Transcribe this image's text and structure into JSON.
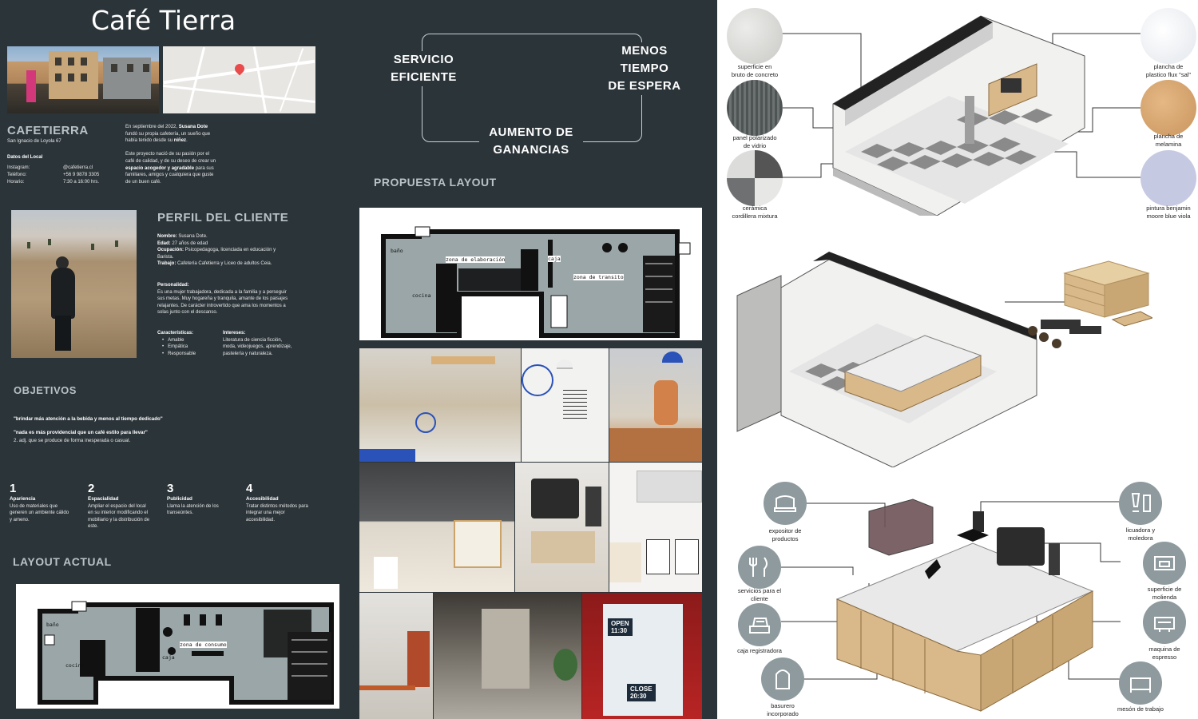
{
  "title": "Café Tierra",
  "header": {
    "brand": "CAFETIERRA",
    "address": "San Ignacio de Loyola 67",
    "datos_title": "Datos del Local",
    "instagram_label": "Instagram:",
    "instagram_value": "@cafetierra.cl",
    "telefono_label": "Teléfono:",
    "telefono_value": "+56 9 9878 3305",
    "horario_label": "Horario:",
    "horario_value": "7:30 a 16:00 hrs."
  },
  "intro": {
    "p1_a": "En septiembre del 2022, ",
    "p1_name": "Susana Dote",
    "p1_b": "fundó su propia cafetería, un sueño que",
    "p1_c": "había tenido desde su ",
    "p1_ninez": "niñez",
    "p2_a": "Este proyecto nació de su pasión por el",
    "p2_b": "café de calidad, y de su deseo de crear un",
    "p2_strong": "espacio acogedor y agradable",
    "p2_c": " para sus",
    "p2_d": "familiares, amigos y cualquiera que guste",
    "p2_e": "de un buen café."
  },
  "perfil": {
    "title": "PERFIL DEL CLIENTE",
    "nombre_label": "Nombre:",
    "nombre": " Susana Dote.",
    "edad_label": "Edad:",
    "edad": " 27 años de edad",
    "ocupacion_label": "Ocupación:",
    "ocupacion": " Psicopedagoga, licenciada en educación y",
    "ocupacion2": "Barista.",
    "trabajo_label": "Trabajo:",
    "trabajo": " Cafetería Cafetierra y Liceo de adultos Ceia.",
    "personalidad_label": "Personalidad:",
    "personalidad_1": "Es una mujer trabajadora, dedicada a la familia y a perseguir",
    "personalidad_2": "sus metas. Muy hogareña y tranquila, amante de los paisajes",
    "personalidad_3": "relajantes. De carácter introvertido que ama los momentos a",
    "personalidad_4": "solas junto con el descanso.",
    "caracteristicas_label": "Características:",
    "caracteristicas": [
      "Amable",
      "Empática",
      "Responsable"
    ],
    "intereses_label": "Intereses:",
    "intereses": [
      "Literatura de ciencia ficción,",
      "moda, videojuegos, aprendizaje,",
      "pastelería y naturaleza."
    ]
  },
  "objetivos": {
    "title": "OBJETIVOS",
    "quote1": "\"brindar más atención a la bebida y menos al tiempo dedicado\"",
    "quote2": "\"nada es más providencial que un café estilo para llevar\"",
    "quote2_sub": "2. adj. que se produce de forma inesperada o casual.",
    "items": [
      {
        "num": "1",
        "title": "Apariencia",
        "desc": [
          "Uso de materiales que",
          "generen un ambiente cálido",
          "y ameno."
        ]
      },
      {
        "num": "2",
        "title": "Espacialidad",
        "desc": [
          "Ampliar el espacio del local",
          "en su interior modificando el",
          "mobiliario y la distribución de",
          "este."
        ]
      },
      {
        "num": "3",
        "title": "Publicidad",
        "desc": [
          "Llama la atención de los",
          "transeúntes."
        ]
      },
      {
        "num": "4",
        "title": "Accesibilidad",
        "desc": [
          "Tratar distintos métodos para",
          "integrar una mejor",
          "accesibilidad."
        ]
      }
    ]
  },
  "layout_actual": {
    "title": "LAYOUT ACTUAL",
    "labels": {
      "bano": "baño",
      "cocina": "cocina",
      "caja": "caja",
      "consumo": "zona de consumo"
    }
  },
  "diagram": {
    "servicio": [
      "SERVICIO",
      "EFICIENTE"
    ],
    "menos": [
      "MENOS",
      "TIEMPO",
      "DE ESPERA"
    ],
    "aumento": [
      "AUMENTO DE",
      "GANANCIAS"
    ]
  },
  "propuesta": {
    "title": "PROPUESTA LAYOUT",
    "labels": {
      "bano": "baño",
      "cocina": "cocina",
      "caja": "caja",
      "elaboracion": "zona de elaboración",
      "transito": "zona de transito"
    }
  },
  "moodboard": {
    "open_sign": [
      "OPEN",
      "11:30"
    ],
    "close_sign": [
      "CLOSE",
      "20:30"
    ]
  },
  "materiales": [
    {
      "label": [
        "superficie en",
        "bruto de concreto"
      ],
      "color": "#d9d9d7"
    },
    {
      "label": [
        "panel polarizado",
        "de vidrio"
      ],
      "color": "#5a5f60"
    },
    {
      "label": [
        "cerámica",
        "cordillera mixtura"
      ],
      "color": "#8a8c8d"
    },
    {
      "label": [
        "plancha de",
        "plastico flux \"sal\""
      ],
      "color": "#eef0f3"
    },
    {
      "label": [
        "plancha de",
        "melamina"
      ],
      "color": "#d6a673"
    },
    {
      "label": [
        "pintura benjamin",
        "moore blue viola"
      ],
      "color": "#c6c9e2"
    }
  ],
  "equipamiento": [
    {
      "label": [
        "expositor de",
        "productos"
      ],
      "icon": "display-case-icon"
    },
    {
      "label": [
        "servicios para el",
        "cliente"
      ],
      "icon": "utensils-icon"
    },
    {
      "label": [
        "caja registradora"
      ],
      "icon": "cash-register-icon"
    },
    {
      "label": [
        "basurero",
        "incorporado"
      ],
      "icon": "trash-bin-icon"
    },
    {
      "label": [
        "licuadora y",
        "moledora"
      ],
      "icon": "blender-icon"
    },
    {
      "label": [
        "superficie de",
        "molienda"
      ],
      "icon": "grinder-icon"
    },
    {
      "label": [
        "maquina de",
        "espresso"
      ],
      "icon": "espresso-machine-icon"
    },
    {
      "label": [
        "mesón de trabajo"
      ],
      "icon": "counter-icon"
    }
  ],
  "colors": {
    "dark_panel": "#2b3439",
    "heading": "#b9c2c7",
    "floor_plan_gray": "#9aa6a8",
    "wood": "#d9b98a",
    "icon_circle": "#8e9a9e"
  }
}
